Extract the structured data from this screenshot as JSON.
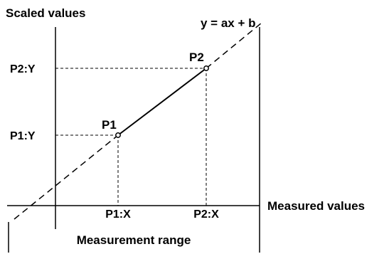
{
  "diagram": {
    "y_axis_title": "Scaled values",
    "x_axis_title": "Measured values",
    "equation": "y = ax + b",
    "points": {
      "p1": {
        "label": "P1",
        "x_label": "P1:X",
        "y_label": "P1:Y"
      },
      "p2": {
        "label": "P2",
        "x_label": "P2:X",
        "y_label": "P2:Y"
      }
    },
    "range_label": "Measurement range"
  },
  "colors": {
    "line": "#000000",
    "background": "#ffffff"
  }
}
